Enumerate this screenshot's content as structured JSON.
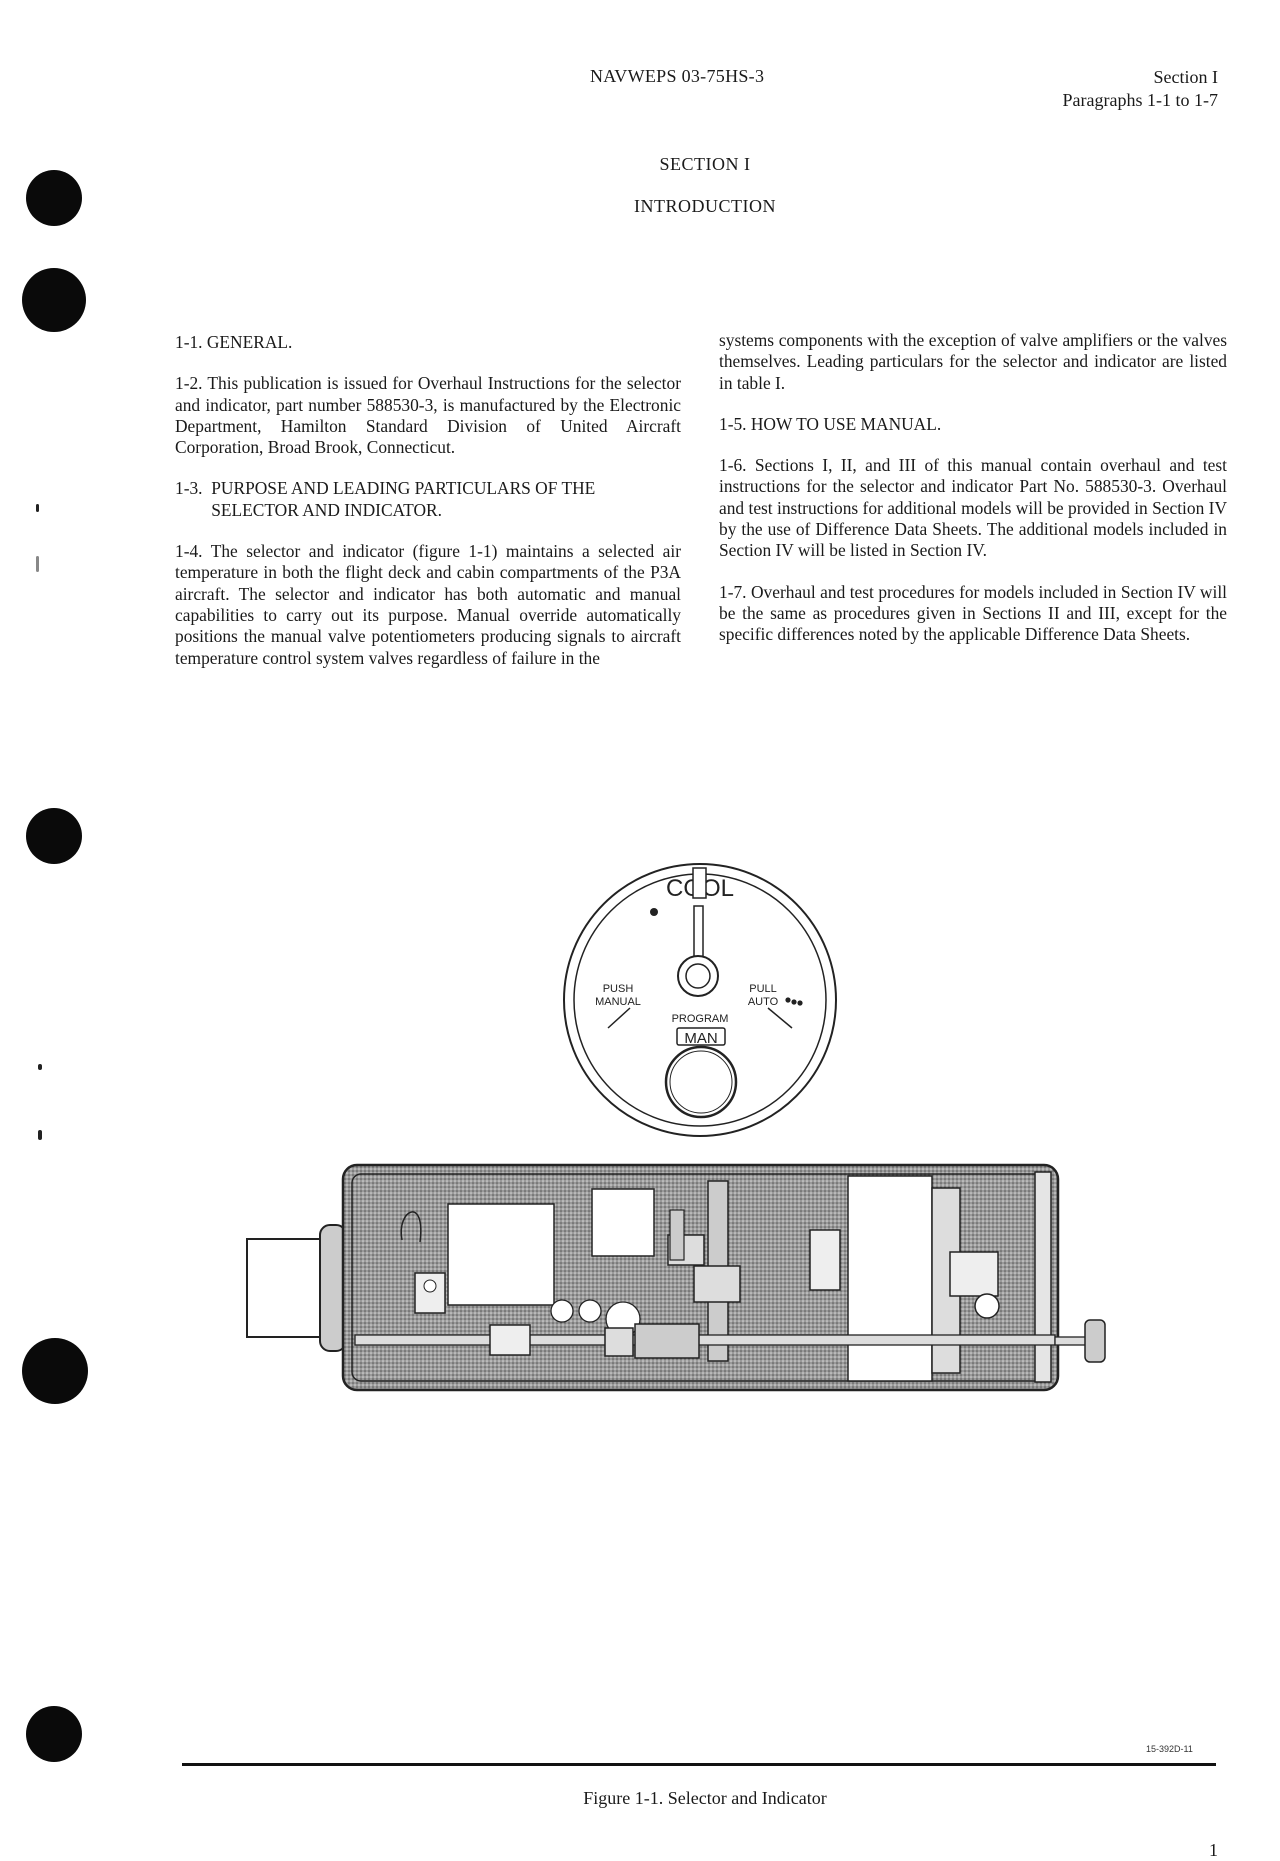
{
  "header": {
    "doc_number": "NAVWEPS 03-75HS-3",
    "section": "Section I",
    "paragraphs": "Paragraphs 1-1 to 1-7"
  },
  "title": {
    "section": "SECTION I",
    "name": "INTRODUCTION"
  },
  "left_column": {
    "p1_1": "1-1.  GENERAL.",
    "p1_2": "1-2.  This publication is issued for Overhaul Instructions for the selector and indicator, part number 588530-3, is manufactured by the Electronic Department, Hamilton Standard Division of United Aircraft Corporation, Broad Brook, Connecticut.",
    "p1_3_num": "1-3.  ",
    "p1_3_text": "PURPOSE AND LEADING PARTICULARS OF THE SELECTOR AND INDICATOR.",
    "p1_4": "1-4.  The selector and indicator (figure 1-1) maintains a selected air temperature in both the flight deck and cabin compartments of the P3A aircraft. The selector and indicator has both automatic and manual capabilities to carry out its purpose. Manual override automatically positions the manual valve potentiometers producing signals to aircraft temperature control system valves regardless of failure in the"
  },
  "right_column": {
    "p1_4_cont": "systems components with the exception of valve amplifiers or the valves themselves. Leading particulars for the selector and indicator are listed in table I.",
    "p1_5": "1-5.  HOW TO USE MANUAL.",
    "p1_6": "1-6.  Sections I, II, and III of this manual contain overhaul and test instructions for the selector and indicator Part No. 588530-3. Overhaul and test instructions for additional models will be provided in Section IV by the use of Difference Data Sheets. The additional models included in Section IV will be listed in Section IV.",
    "p1_7": "1-7.  Overhaul and test procedures for models included in Section IV will be the same as procedures given in Sections II and III, except for the specific differences noted by the applicable Difference Data Sheets."
  },
  "figure": {
    "dial_top": "COOL",
    "push": "PUSH",
    "manual": "MANUAL",
    "pull": "PULL",
    "auto": "AUTO",
    "program": "PROGRAM",
    "man": "MAN",
    "drawing_code": "15-392D-11",
    "caption": "Figure 1-1.  Selector and Indicator"
  },
  "page_number": "1"
}
